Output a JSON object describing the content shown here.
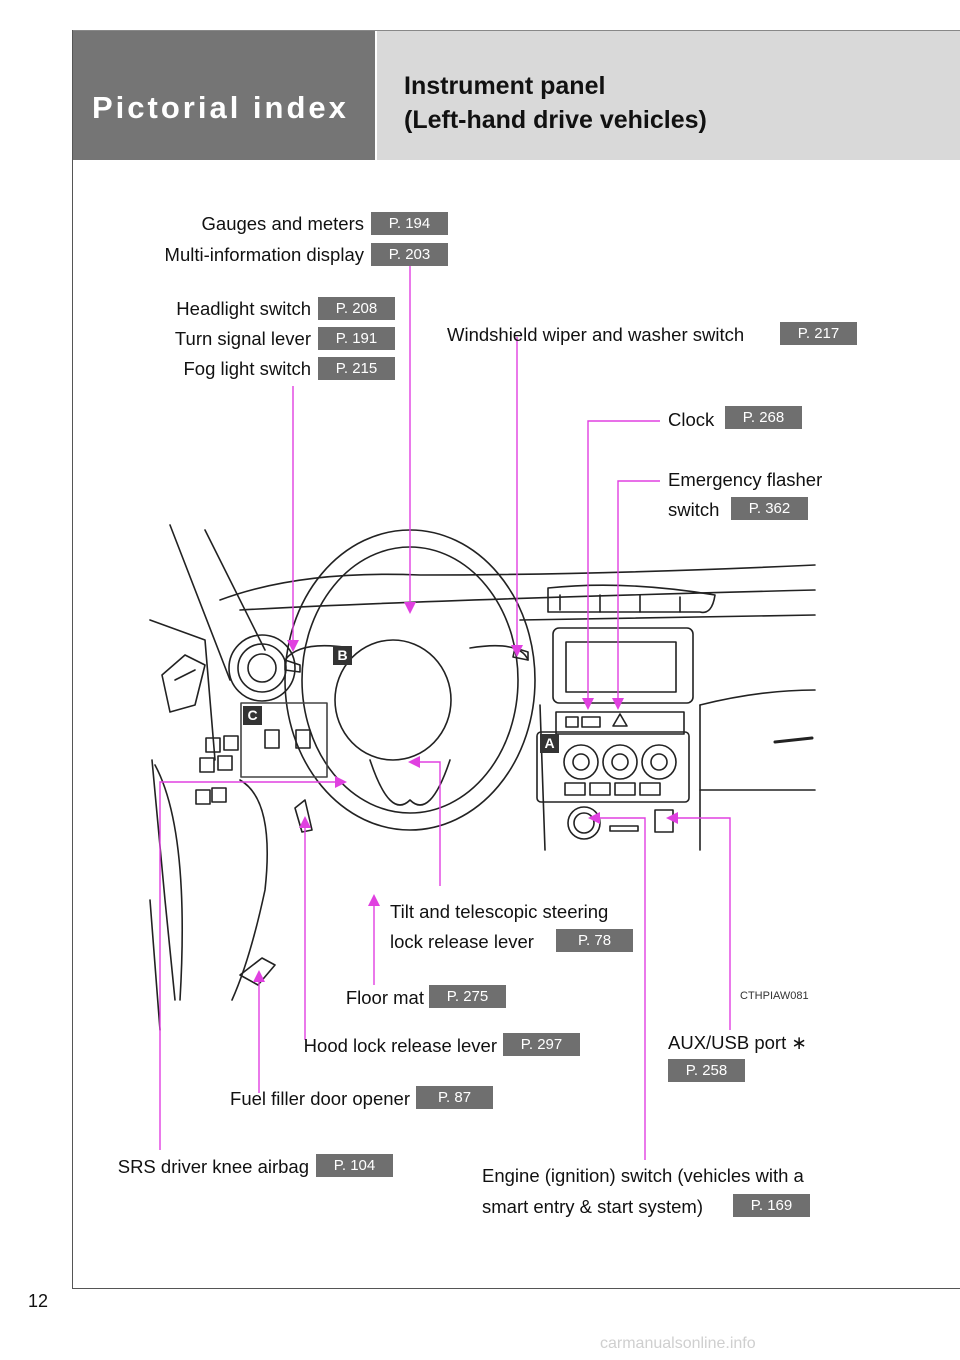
{
  "header": {
    "section": "Pictorial index",
    "title_line1": "Instrument panel",
    "title_line2": "(Left-hand drive vehicles)"
  },
  "labels": {
    "gauges": {
      "text": "Gauges and meters",
      "page": "P. 194"
    },
    "multi_info": {
      "text": "Multi-information display",
      "page": "P. 203"
    },
    "headlight": {
      "text": "Headlight switch",
      "page": "P. 208"
    },
    "turn_signal": {
      "text": "Turn signal lever",
      "page": "P. 191"
    },
    "fog": {
      "text": "Fog light switch",
      "page": "P. 215"
    },
    "wiper": {
      "text": "Windshield wiper and washer switch",
      "page": "P. 217"
    },
    "clock": {
      "text": "Clock",
      "page": "P. 268"
    },
    "emergency_line1": "Emergency flasher",
    "emergency": {
      "text": "switch",
      "page": "P. 362"
    },
    "tilt_line1": "Tilt and telescopic steering",
    "tilt": {
      "text": "lock release lever",
      "page": "P. 78"
    },
    "floor_mat": {
      "text": "Floor mat",
      "page": "P. 275"
    },
    "aux_usb": {
      "text": "AUX/USB port ∗",
      "page": "P. 258"
    },
    "hood": {
      "text": "Hood lock release lever",
      "page": "P. 297"
    },
    "fuel": {
      "text": "Fuel filler door opener",
      "page": "P. 87"
    },
    "knee_airbag": {
      "text": "SRS driver knee airbag",
      "page": "P. 104"
    },
    "engine_line1": "Engine (ignition) switch (vehicles with a",
    "engine": {
      "text": "smart entry & start system)",
      "page": "P. 169"
    }
  },
  "callouts": {
    "a": "A",
    "b": "B",
    "c": "C"
  },
  "illustration_code": "CTHPIAW081",
  "page_number": "12",
  "footer": "carmanualsonline.info",
  "colors": {
    "leader": "#e040e0",
    "badge": "#6f6f6f",
    "header_dark": "#757575",
    "header_light": "#d9d9d9"
  }
}
